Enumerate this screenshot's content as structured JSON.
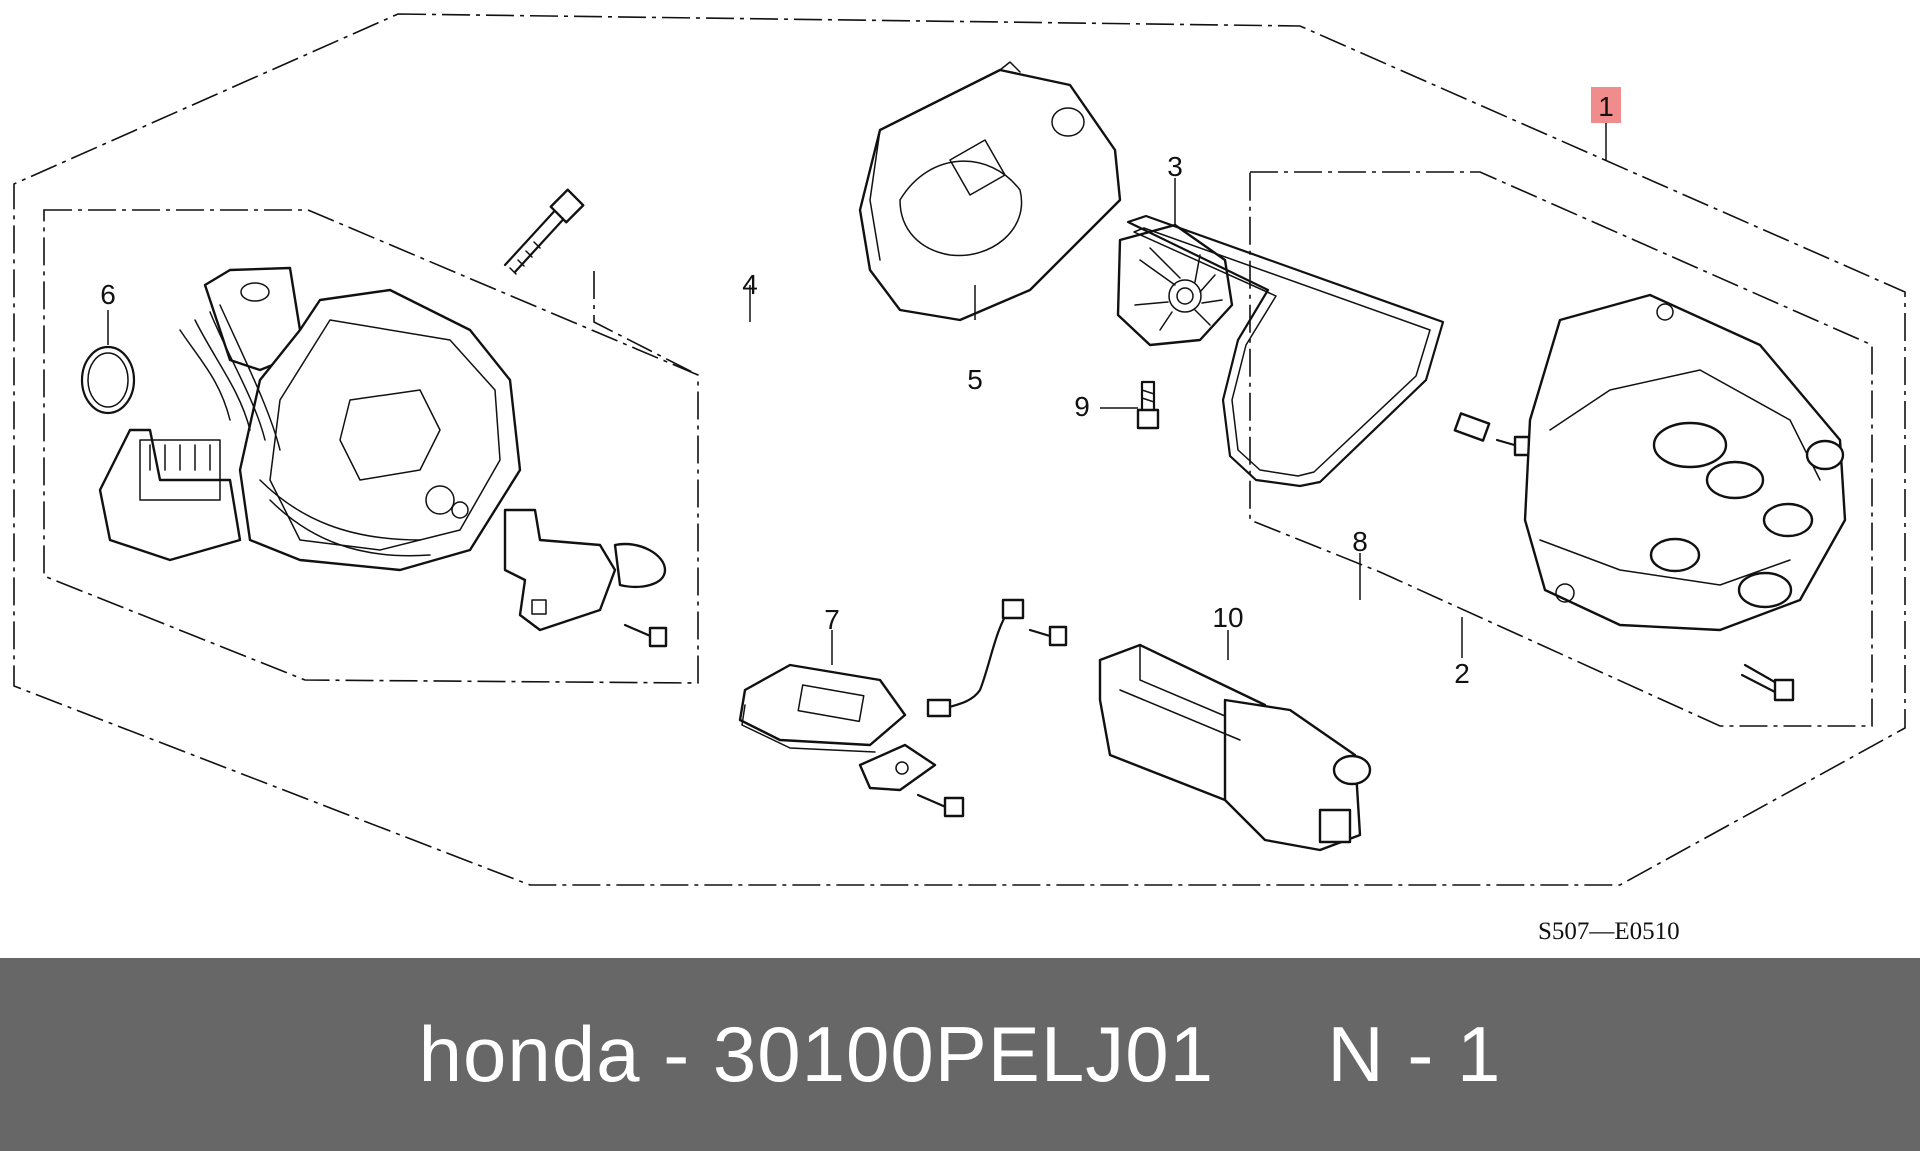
{
  "callouts": {
    "c1": "1",
    "c2": "2",
    "c3": "3",
    "c4": "4",
    "c5": "5",
    "c6": "6",
    "c7": "7",
    "c8": "8",
    "c9": "9",
    "c10": "10"
  },
  "highlight_color": "#f08c8c",
  "diagram_code": "S507—E0510",
  "footer": {
    "caption": "honda - 30100PELJ01     N - 1",
    "background": "#676767"
  }
}
